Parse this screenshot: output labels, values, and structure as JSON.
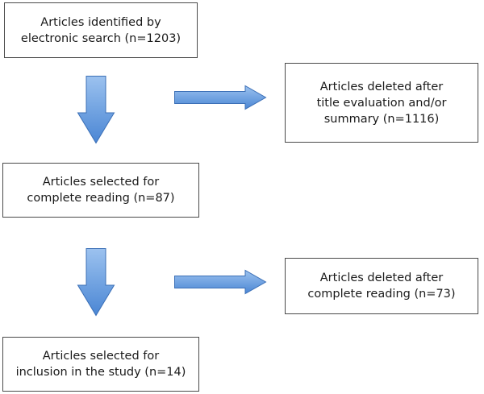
{
  "boxes": {
    "identified": {
      "line1": "Articles identified by",
      "line2": "electronic search (n=1203)"
    },
    "deleted_title": {
      "line1": "Articles deleted after",
      "line2": "title evaluation and/or",
      "line3": "summary (n=1116)"
    },
    "selected_reading": {
      "line1": "Articles selected for",
      "line2": "complete reading (n=87)"
    },
    "deleted_reading": {
      "line1": "Articles deleted after",
      "line2": "complete reading (n=73)"
    },
    "included": {
      "line1": "Articles selected for",
      "line2": "inclusion in the study (n=14)"
    }
  },
  "colors": {
    "arrow_fill_light": "#9cc2ef",
    "arrow_fill_dark": "#4a86d4",
    "arrow_stroke": "#3b6fb6",
    "box_border": "#4a4a4a"
  }
}
